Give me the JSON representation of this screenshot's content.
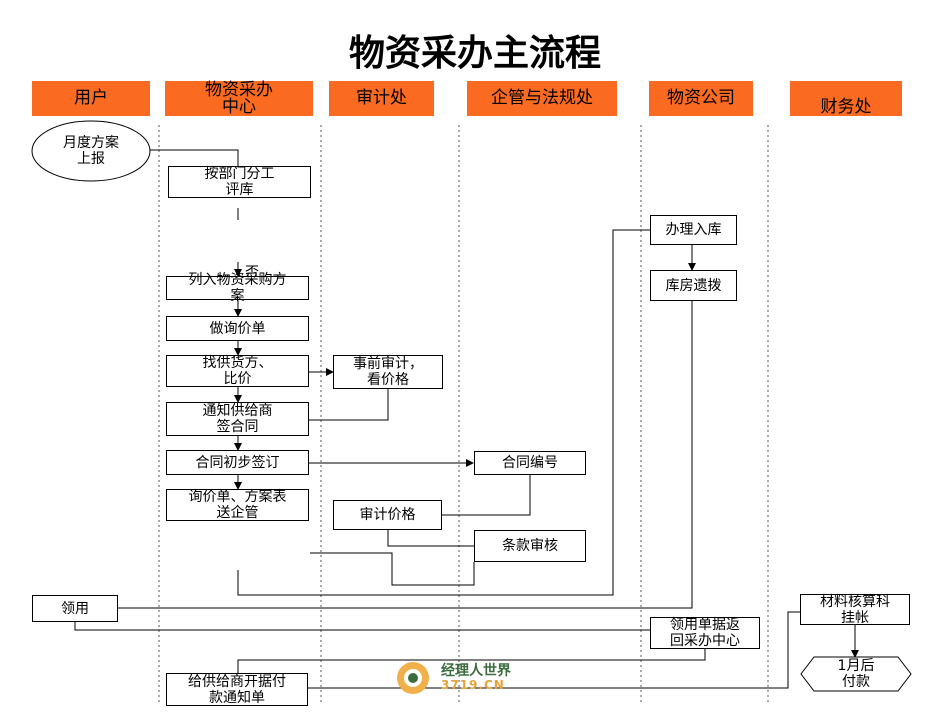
{
  "title": "物资采办主流程",
  "lanes": [
    "用户",
    "物资采办\n中心",
    "审计处",
    "企管与法规处",
    "物资公司",
    "财务处"
  ],
  "nodes": {
    "monthly_plan": "月度方案\n上报",
    "evaluate_by_dept": "按部门分工\n评库",
    "add_to_purchase_plan": "列入物资采购方\n案",
    "make_inquiry": "做询价单",
    "find_supplier": "找供货方、\n比价",
    "pre_audit": "事前审计，\n看价格",
    "notify_supplier": "通知供给商\n签合同",
    "contract_initial": "合同初步签订",
    "contract_number": "合同编号",
    "send_to_mgmt": "询价单、方案表\n送企管",
    "audit_price": "审计价格",
    "clause_review": "条款审核",
    "warehouse_in": "办理入库",
    "warehouse_dispatch": "库房遗拨",
    "receive": "领用",
    "receipt_return": "领用单据返\n回采办中心",
    "payment_notice": "给供给商开据付\n款通知单",
    "material_accounting": "材料核算科\n挂帐",
    "pay_after_month": "1月后\n付款"
  },
  "branch_label": "否",
  "watermark": {
    "name": "经理人世界",
    "site": "3719.CN"
  },
  "colors": {
    "lane_header": "#fa6a21",
    "line": "#000000"
  }
}
